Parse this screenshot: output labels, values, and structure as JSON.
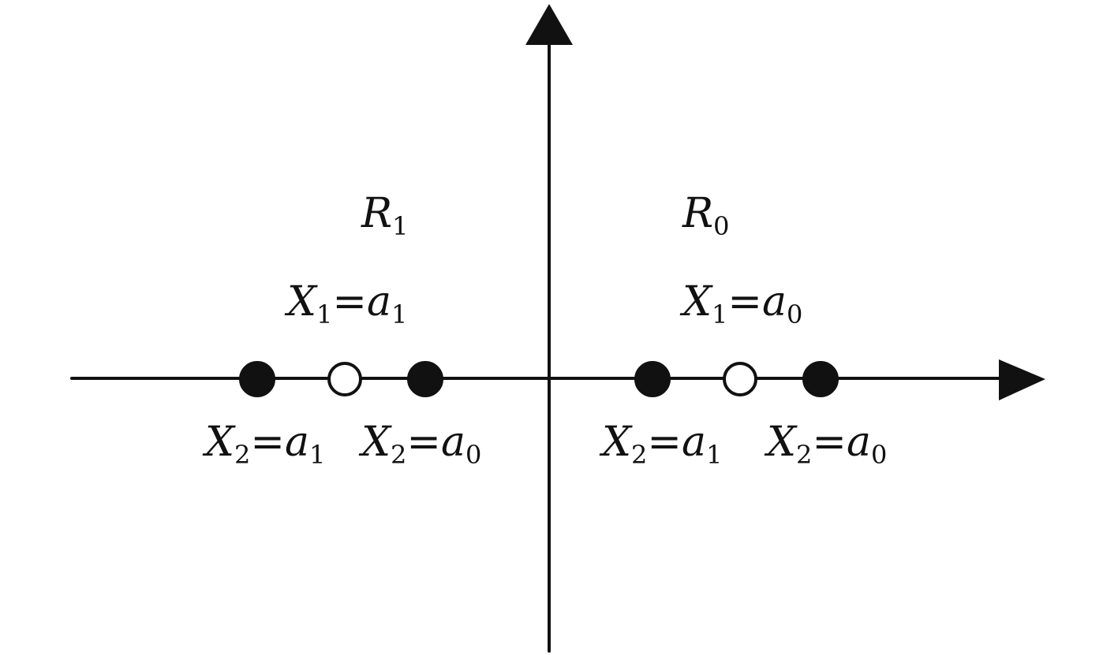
{
  "colors": {
    "stroke": "#111111",
    "fill_solid": "#111111",
    "fill_hollow": "#ffffff",
    "background": "#ffffff"
  },
  "regions": [
    {
      "base": "R",
      "sub": "1"
    },
    {
      "base": "R",
      "sub": "0"
    }
  ],
  "top_labels": [
    {
      "lhs_base": "X",
      "lhs_sub": "1",
      "op": "=",
      "rhs_base": "a",
      "rhs_sub": "1"
    },
    {
      "lhs_base": "X",
      "lhs_sub": "1",
      "op": "=",
      "rhs_base": "a",
      "rhs_sub": "0"
    }
  ],
  "bottom_labels": [
    {
      "lhs_base": "X",
      "lhs_sub": "2",
      "op": "=",
      "rhs_base": "a",
      "rhs_sub": "1"
    },
    {
      "lhs_base": "X",
      "lhs_sub": "2",
      "op": "=",
      "rhs_base": "a",
      "rhs_sub": "0"
    },
    {
      "lhs_base": "X",
      "lhs_sub": "2",
      "op": "=",
      "rhs_base": "a",
      "rhs_sub": "1"
    },
    {
      "lhs_base": "X",
      "lhs_sub": "2",
      "op": "=",
      "rhs_base": "a",
      "rhs_sub": "0"
    }
  ],
  "points": [
    {
      "kind": "filled"
    },
    {
      "kind": "hollow"
    },
    {
      "kind": "filled"
    },
    {
      "kind": "filled"
    },
    {
      "kind": "hollow"
    },
    {
      "kind": "filled"
    }
  ]
}
